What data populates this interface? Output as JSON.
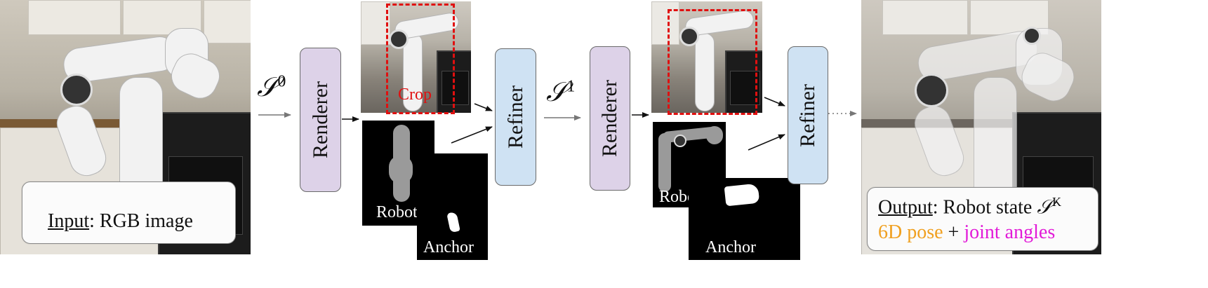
{
  "input_caption": {
    "label": "Input",
    "text": ": RGB image"
  },
  "output_caption": {
    "label": "Output",
    "text": ": Robot state ",
    "state_symbol": "𝒮",
    "state_sup": "K",
    "pose_text": "6D pose",
    "plus_text": " + ",
    "joints_text": "joint angles",
    "colors": {
      "pose": "#f0a020",
      "joints": "#e21ad8"
    }
  },
  "stage0": {
    "state_symbol": "𝒮",
    "state_sup": "0"
  },
  "stage1": {
    "state_symbol": "𝒮",
    "state_sup": "1"
  },
  "blocks": {
    "renderer_label": "Renderer",
    "refiner_label": "Refiner",
    "colors": {
      "renderer": "#ddd2e8",
      "refiner": "#cfe2f3"
    }
  },
  "crop_label": "Crop",
  "mask_labels": {
    "robot": "Robot",
    "anchor": "Anchor"
  },
  "colors": {
    "crop": "#e01010"
  }
}
